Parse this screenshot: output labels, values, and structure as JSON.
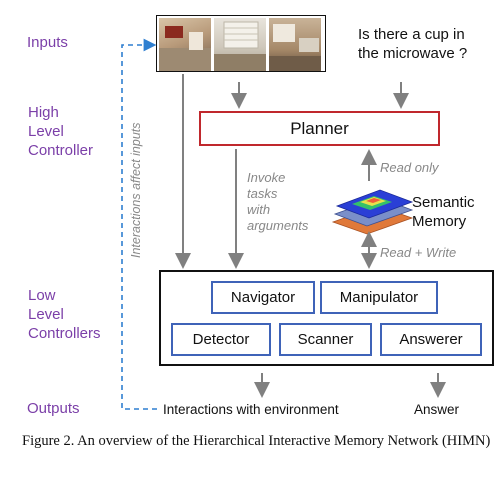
{
  "levels": {
    "inputs": "Inputs",
    "high_level_controller": [
      "High",
      "Level",
      "Controller"
    ],
    "low_level_controllers": [
      "Low",
      "Level",
      "Controllers"
    ],
    "outputs": "Outputs"
  },
  "question": [
    "Is there a cup in",
    "the microwave ?"
  ],
  "planner": "Planner",
  "read_only": "Read only",
  "read_write": "Read + Write",
  "semantic_memory": [
    "Semantic",
    "Memory"
  ],
  "invoke": [
    "Invoke",
    "tasks",
    "with",
    "arguments"
  ],
  "interactions_affect_inputs": "Interactions affect inputs",
  "modules": {
    "navigator": "Navigator",
    "manipulator": "Manipulator",
    "detector": "Detector",
    "scanner": "Scanner",
    "answerer": "Answerer"
  },
  "outputs": {
    "interactions": "Interactions with environment",
    "answer": "Answer"
  },
  "caption": {
    "main": "Figure 2. An overview of the Hierarchical Interactive Memory Network (",
    "abbr": "HIMN",
    "end": ")"
  },
  "colors": {
    "level_label": "#7b3fa8",
    "planner_border": "#c0282d",
    "module_border": "#3f63b8",
    "dashed_arrow": "#2f7fd0",
    "arrow": "#808080"
  }
}
